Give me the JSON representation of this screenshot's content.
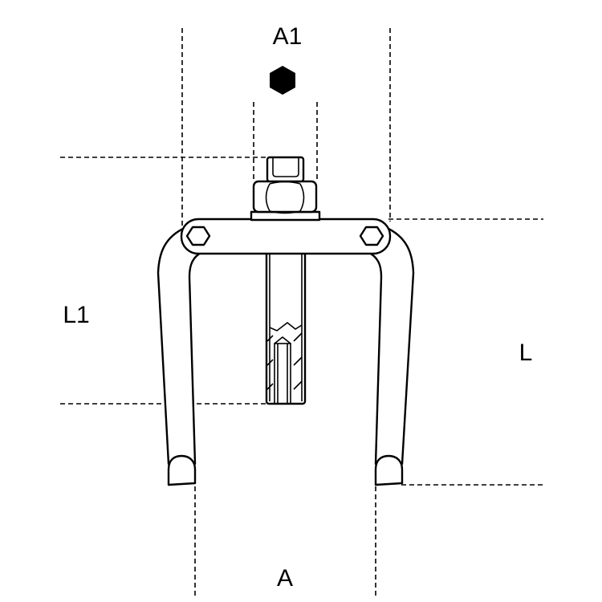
{
  "labels": {
    "a1": "A1",
    "l1": "L1",
    "l": "L",
    "a": "A"
  },
  "colors": {
    "line": "#000000",
    "background": "#ffffff"
  },
  "icons": [
    "hex-key-icon"
  ]
}
